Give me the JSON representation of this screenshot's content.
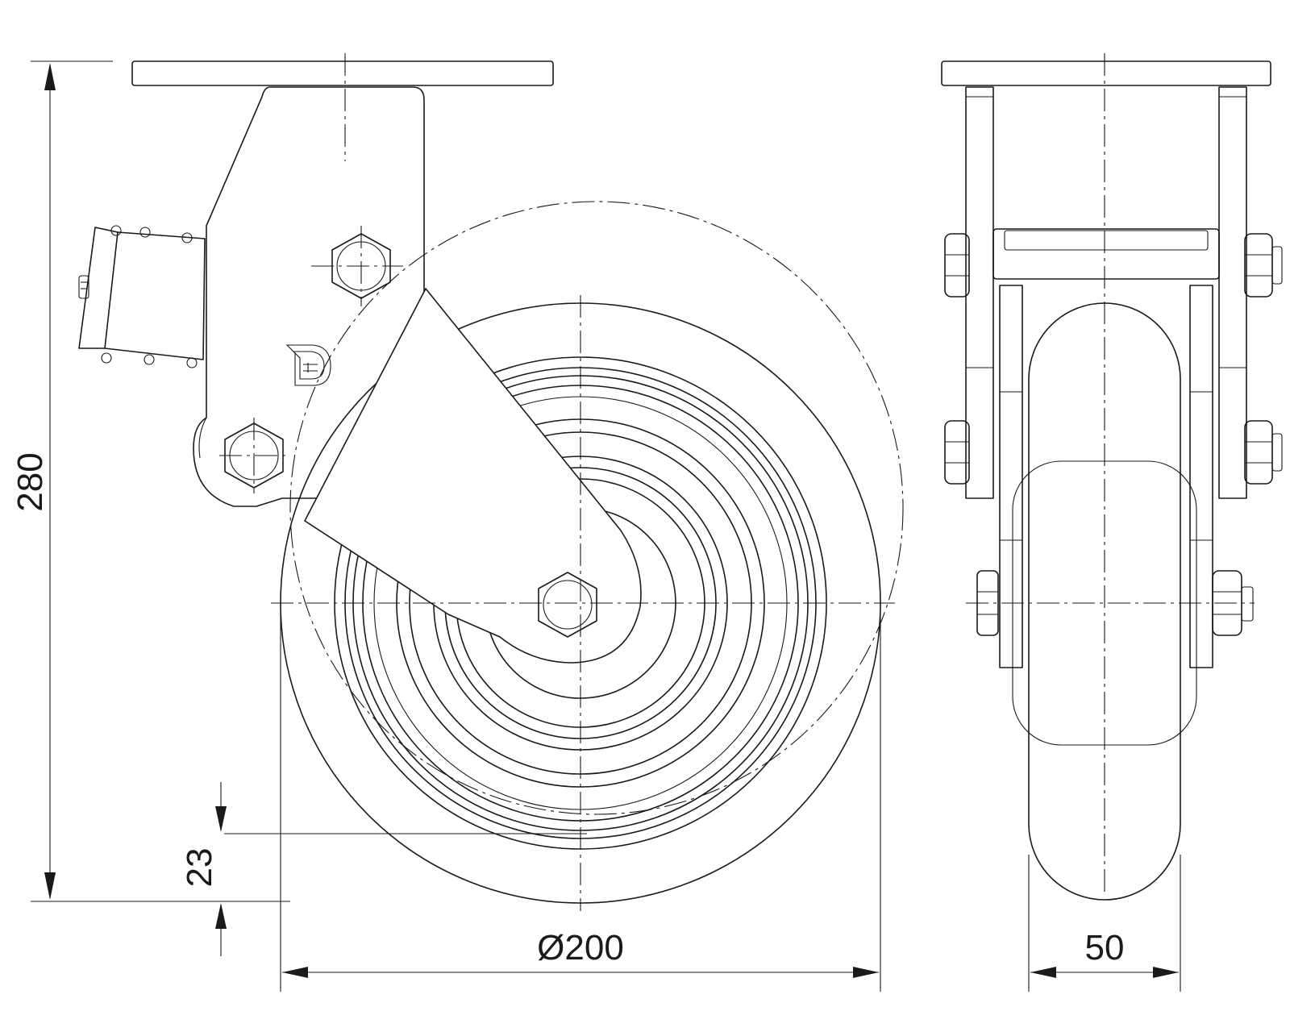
{
  "dimensions": {
    "overall_height": "280",
    "wheel_diameter": "Ø200",
    "offset": "23",
    "wheel_width": "50"
  },
  "logo": {
    "name": "brand-logo-icon"
  },
  "colors": {
    "line": "#1a1a1a",
    "background": "#ffffff"
  }
}
